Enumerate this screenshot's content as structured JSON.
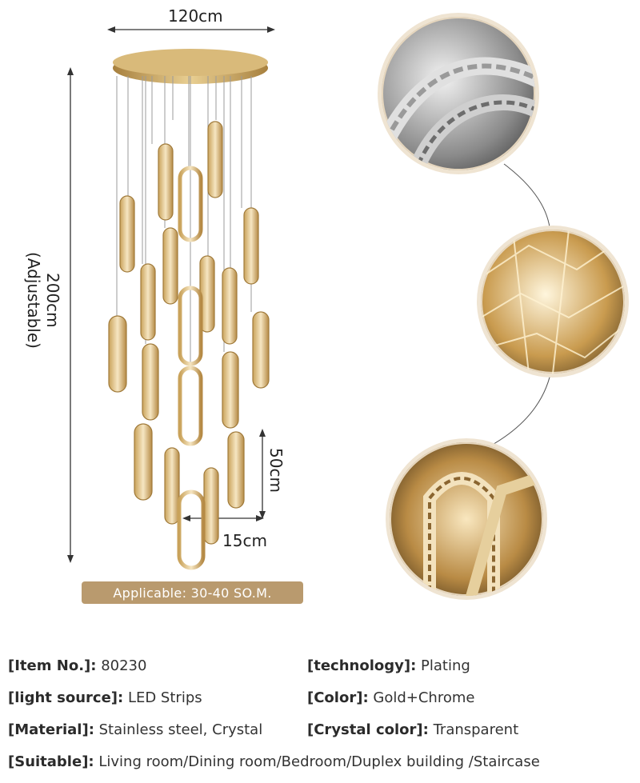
{
  "dimensions": {
    "width": "120cm",
    "height": "200cm",
    "height_note": "(Adjustable)",
    "pendant_height": "50cm",
    "pendant_width": "15cm"
  },
  "applicable": "Applicable: 30-40 SO.M.",
  "specs": {
    "item_no": {
      "key": "[Item No.]:",
      "value": "80230"
    },
    "light_source": {
      "key": "[light source]:",
      "value": "LED Strips"
    },
    "material": {
      "key": "[Material]:",
      "value": "Stainless steel, Crystal"
    },
    "suitable": {
      "key": "[Suitable]:",
      "value": "Living room/Dining room/Bedroom/Duplex building /Staircase"
    },
    "technology": {
      "key": "[technology]:",
      "value": "Plating"
    },
    "color": {
      "key": "[Color]:",
      "value": "Gold+Chrome"
    },
    "crystal_color": {
      "key": "[Crystal color]:",
      "value": "Transparent"
    }
  },
  "colors": {
    "gold": "#c9a25a",
    "pill": "#b99a6e",
    "frame": "#efe4d2"
  }
}
